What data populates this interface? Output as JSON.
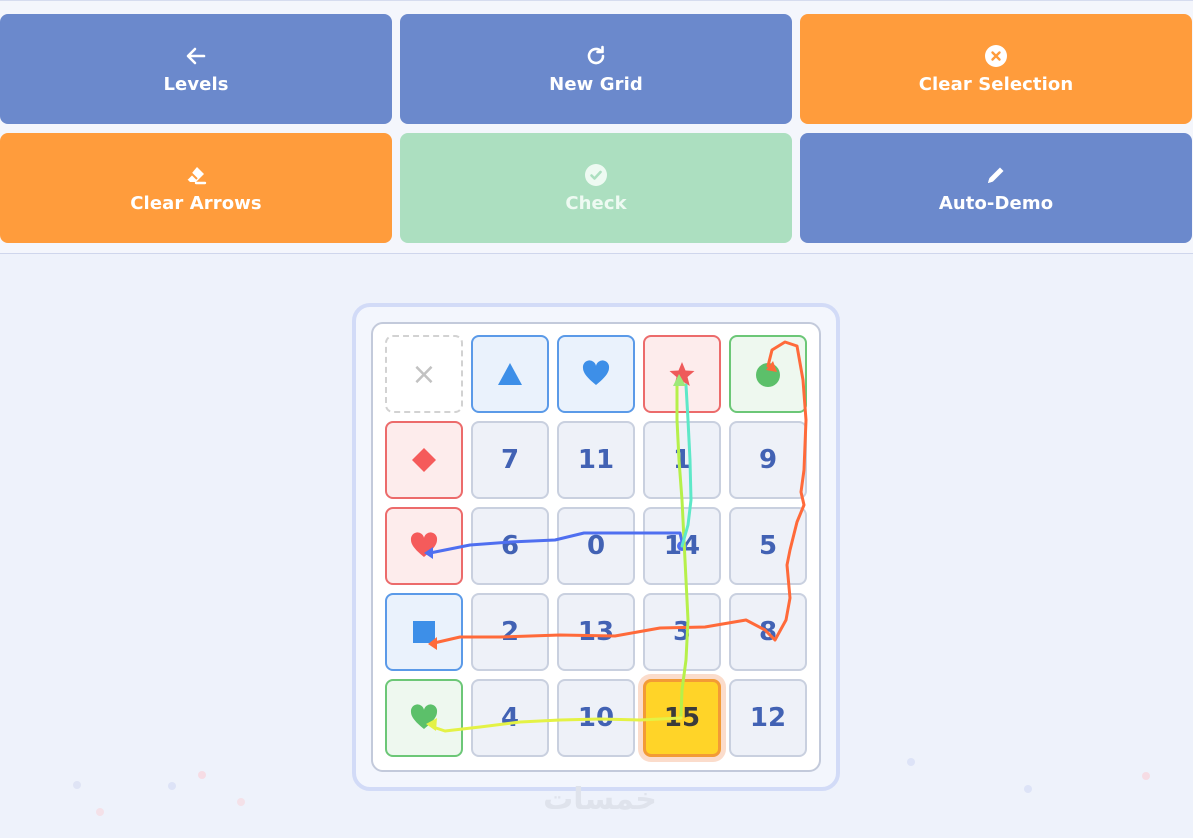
{
  "toolbar": {
    "buttons": [
      {
        "label": "Levels",
        "icon": "arrow-left-icon",
        "color": "#6b89cc"
      },
      {
        "label": "New Grid",
        "icon": "refresh-icon",
        "color": "#6b89cc"
      },
      {
        "label": "Clear Selection",
        "icon": "close-circle-icon",
        "color": "#ff9c3c"
      },
      {
        "label": "Clear Arrows",
        "icon": "eraser-icon",
        "color": "#ff9c3c"
      },
      {
        "label": "Check",
        "icon": "check-circle-icon",
        "color": "#acdfc0"
      },
      {
        "label": "Auto-Demo",
        "icon": "pencil-icon",
        "color": "#6b89cc"
      }
    ]
  },
  "grid": {
    "rows": [
      [
        {
          "type": "empty",
          "text": "×"
        },
        {
          "type": "symbol",
          "shape": "triangle",
          "color": "#3d8fe8",
          "theme": "blue"
        },
        {
          "type": "symbol",
          "shape": "heart",
          "color": "#3d8fe8",
          "theme": "blue"
        },
        {
          "type": "symbol",
          "shape": "star",
          "color": "#ef5a5a",
          "theme": "red"
        },
        {
          "type": "symbol",
          "shape": "circle",
          "color": "#5cc06a",
          "theme": "green"
        }
      ],
      [
        {
          "type": "symbol",
          "shape": "diamond",
          "color": "#f55b5b",
          "theme": "red"
        },
        {
          "type": "number",
          "text": "7"
        },
        {
          "type": "number",
          "text": "11"
        },
        {
          "type": "number",
          "text": "1"
        },
        {
          "type": "number",
          "text": "9"
        }
      ],
      [
        {
          "type": "symbol",
          "shape": "heart",
          "color": "#f55b5b",
          "theme": "red"
        },
        {
          "type": "number",
          "text": "6"
        },
        {
          "type": "number",
          "text": "0"
        },
        {
          "type": "number",
          "text": "14"
        },
        {
          "type": "number",
          "text": "5"
        }
      ],
      [
        {
          "type": "symbol",
          "shape": "square",
          "color": "#3d8fe8",
          "theme": "blue"
        },
        {
          "type": "number",
          "text": "2"
        },
        {
          "type": "number",
          "text": "13"
        },
        {
          "type": "number",
          "text": "3"
        },
        {
          "type": "number",
          "text": "8"
        }
      ],
      [
        {
          "type": "symbol",
          "shape": "heart",
          "color": "#5cc06a",
          "theme": "green"
        },
        {
          "type": "number",
          "text": "4"
        },
        {
          "type": "number",
          "text": "10"
        },
        {
          "type": "number",
          "text": "15",
          "selected": true
        },
        {
          "type": "number",
          "text": "12"
        }
      ]
    ]
  },
  "arrows": [
    {
      "color": "#4f6ff0",
      "from": "14",
      "to": "heart-red"
    },
    {
      "color": "#ff6a3a",
      "from": "circle-green",
      "to": "square-blue"
    },
    {
      "color": "#b6f04a",
      "from": "15",
      "to": "star-red"
    },
    {
      "color": "#e4f245",
      "from": "15",
      "to": "heart-green"
    },
    {
      "color": "#5ee8c8",
      "from": "14",
      "to": "star-red"
    }
  ],
  "watermark": "خمسات"
}
